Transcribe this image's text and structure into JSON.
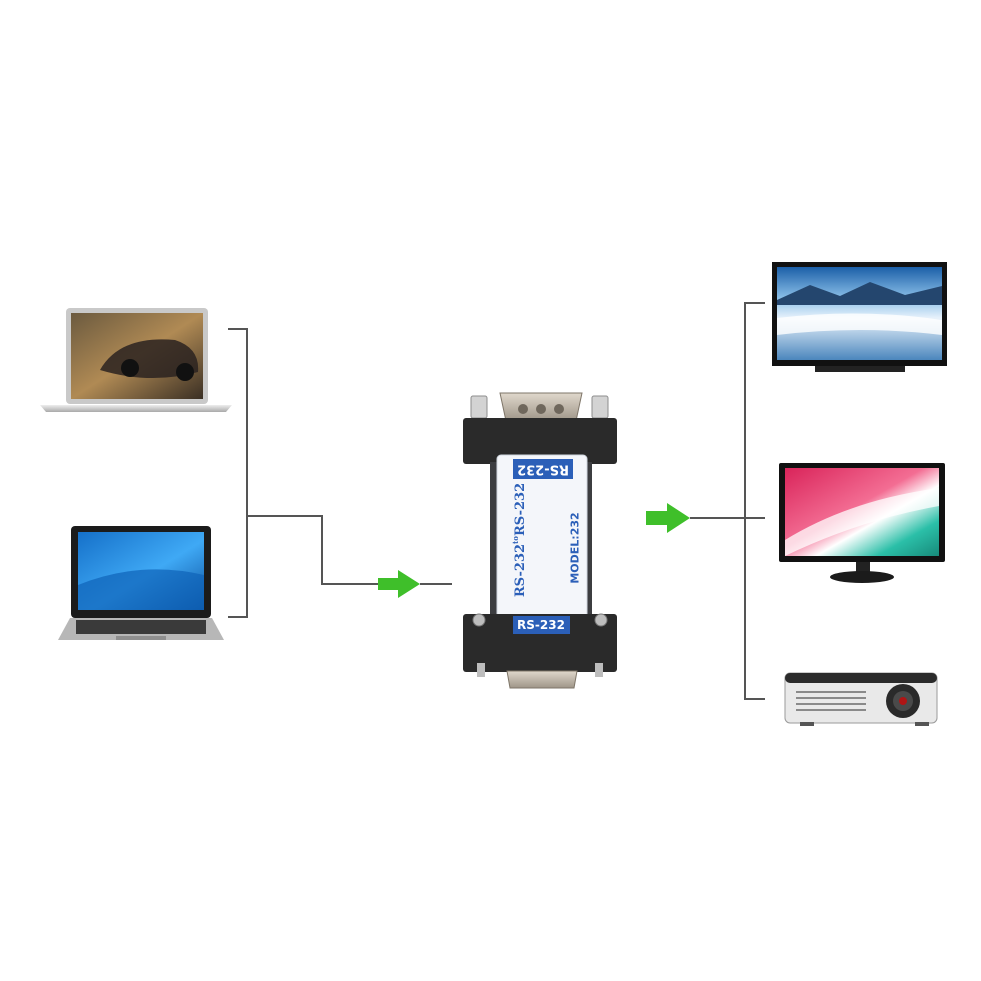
{
  "diagram": {
    "module": {
      "top_tag": "RS-232",
      "side_text": "RS-232",
      "side_sup": "to",
      "side_text2": "RS-232",
      "model": "MODEL:232",
      "bottom_tag": "RS-232"
    },
    "sources": [
      {
        "icon": "laptop-silver-icon"
      },
      {
        "icon": "laptop-black-icon"
      }
    ],
    "targets": [
      {
        "icon": "flat-tv-icon"
      },
      {
        "icon": "monitor-icon"
      },
      {
        "icon": "projector-icon"
      }
    ],
    "colors": {
      "arrow": "#3fbf2a",
      "line": "#555555",
      "module_body": "#f4f6fa",
      "module_cap": "#2a2a2a",
      "label_blue": "#2b5fb8"
    }
  }
}
